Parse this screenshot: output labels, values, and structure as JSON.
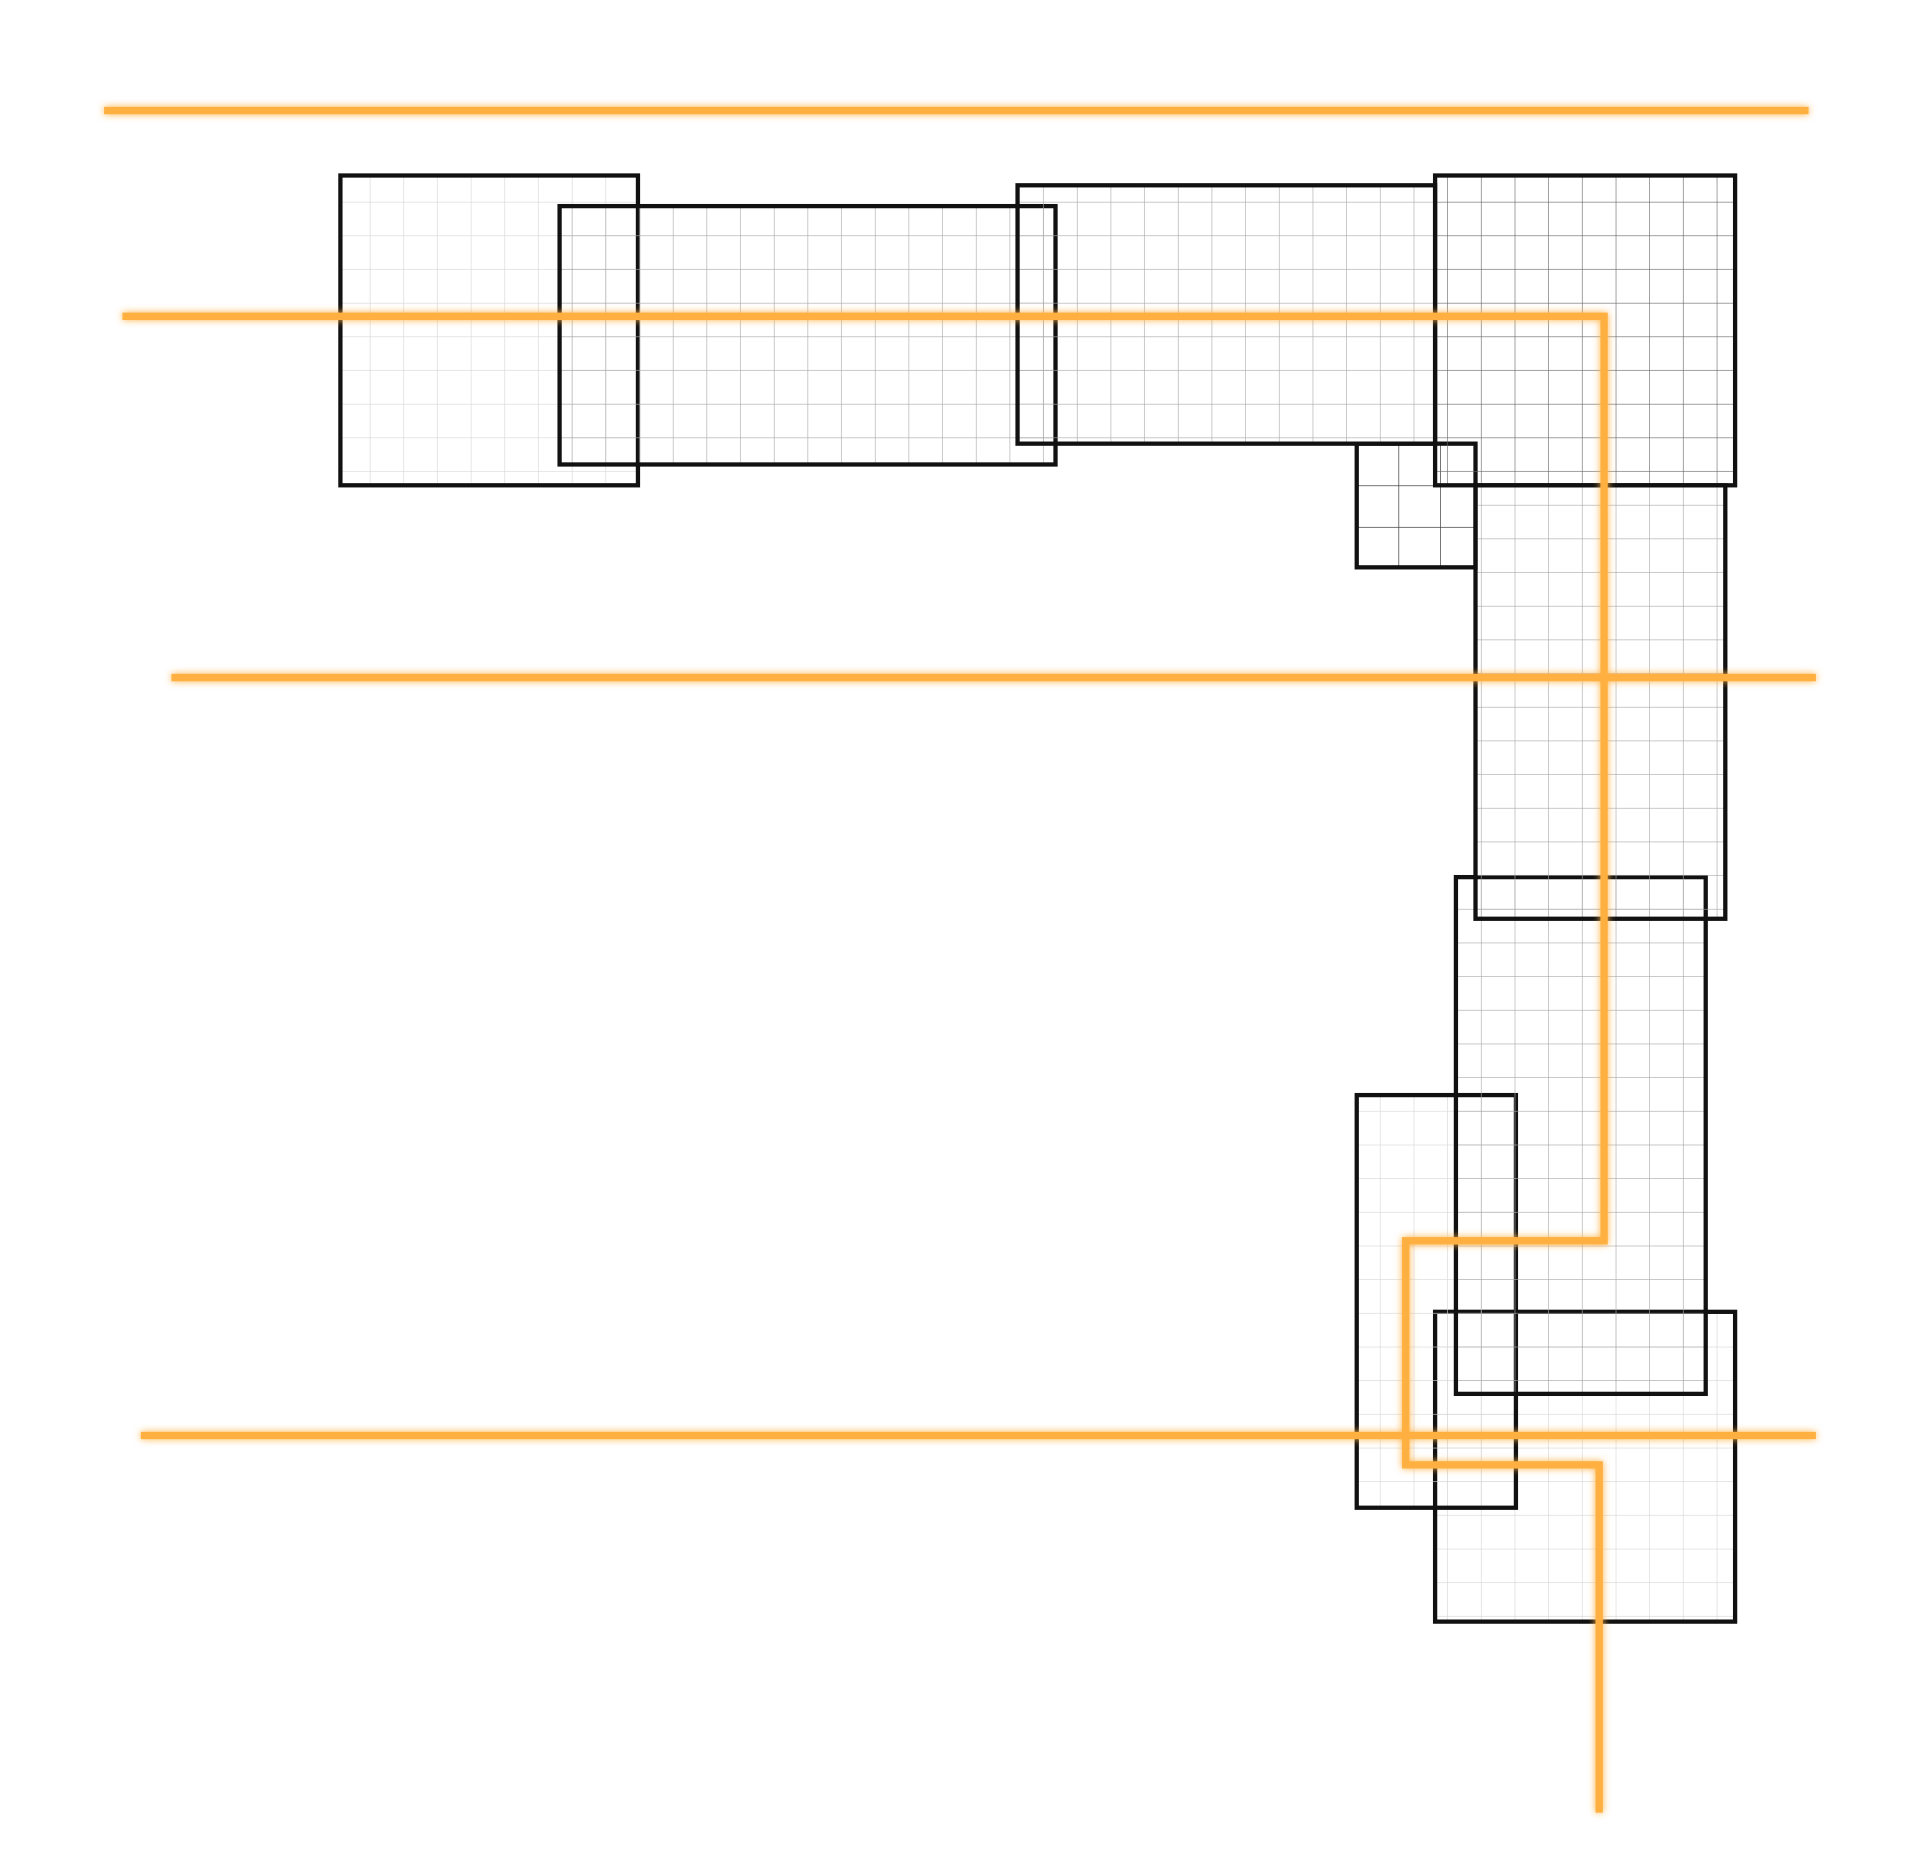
{
  "colors": {
    "background": "#ffffff",
    "path_line": "#ffb040",
    "tile_border": "#111111",
    "grid_light": "#d6d6d6",
    "grid_mid": "#a8a8a8",
    "grid_dark": "#666666"
  },
  "tiles": [
    {
      "id": "tile-1",
      "shade": "light"
    },
    {
      "id": "tile-2",
      "shade": "mid"
    },
    {
      "id": "tile-3",
      "shade": "mid"
    },
    {
      "id": "tile-4",
      "shade": "dark"
    },
    {
      "id": "tile-5",
      "shade": "dark"
    },
    {
      "id": "tile-6",
      "shade": "mid"
    },
    {
      "id": "tile-7",
      "shade": "light"
    },
    {
      "id": "tile-8",
      "shade": "light"
    },
    {
      "id": "tile-9",
      "shade": "mid"
    }
  ],
  "lines": [
    {
      "id": "horizontal-line-1"
    },
    {
      "id": "route-path"
    },
    {
      "id": "horizontal-line-2"
    },
    {
      "id": "horizontal-line-3"
    }
  ]
}
